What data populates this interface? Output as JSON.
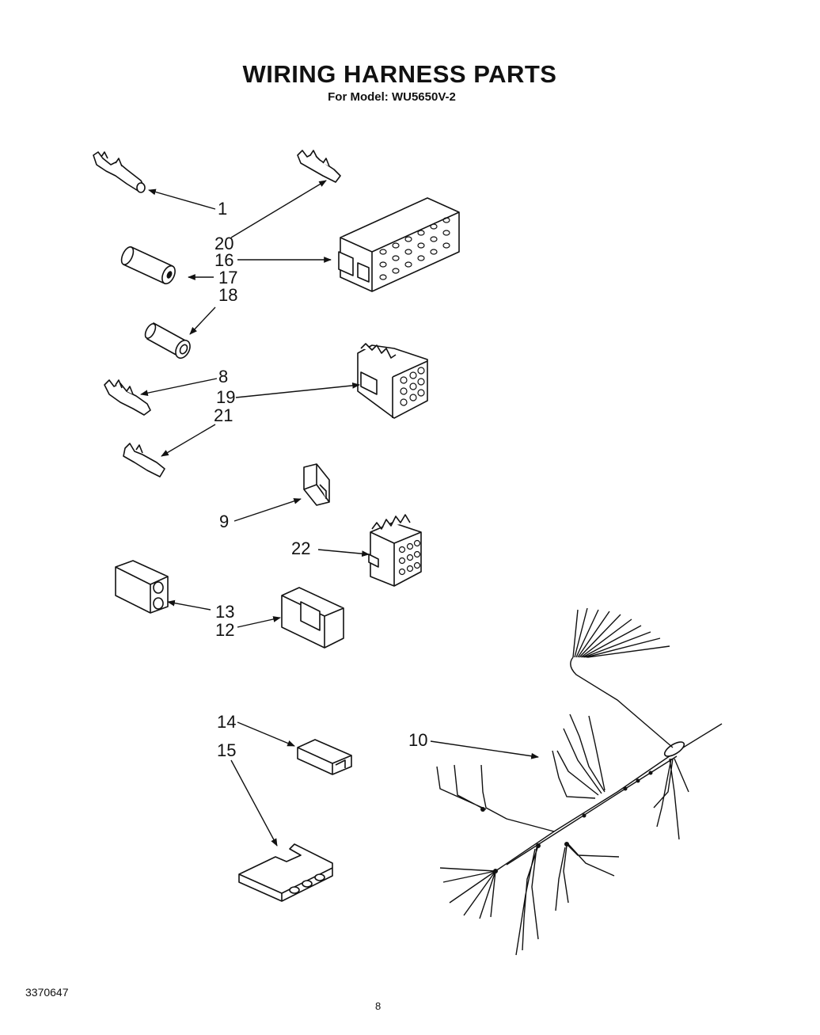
{
  "header": {
    "title": "WIRING HARNESS PARTS",
    "subtitle": "For Model: WU5650V-2"
  },
  "footer": {
    "doc_number": "3370647",
    "page_number": "8"
  },
  "callouts": {
    "c1": "1",
    "c20": "20",
    "c16": "16",
    "c17": "17",
    "c18": "18",
    "c8": "8",
    "c19": "19",
    "c21": "21",
    "c9": "9",
    "c22": "22",
    "c13": "13",
    "c12": "12",
    "c14": "14",
    "c15": "15",
    "c10": "10"
  }
}
